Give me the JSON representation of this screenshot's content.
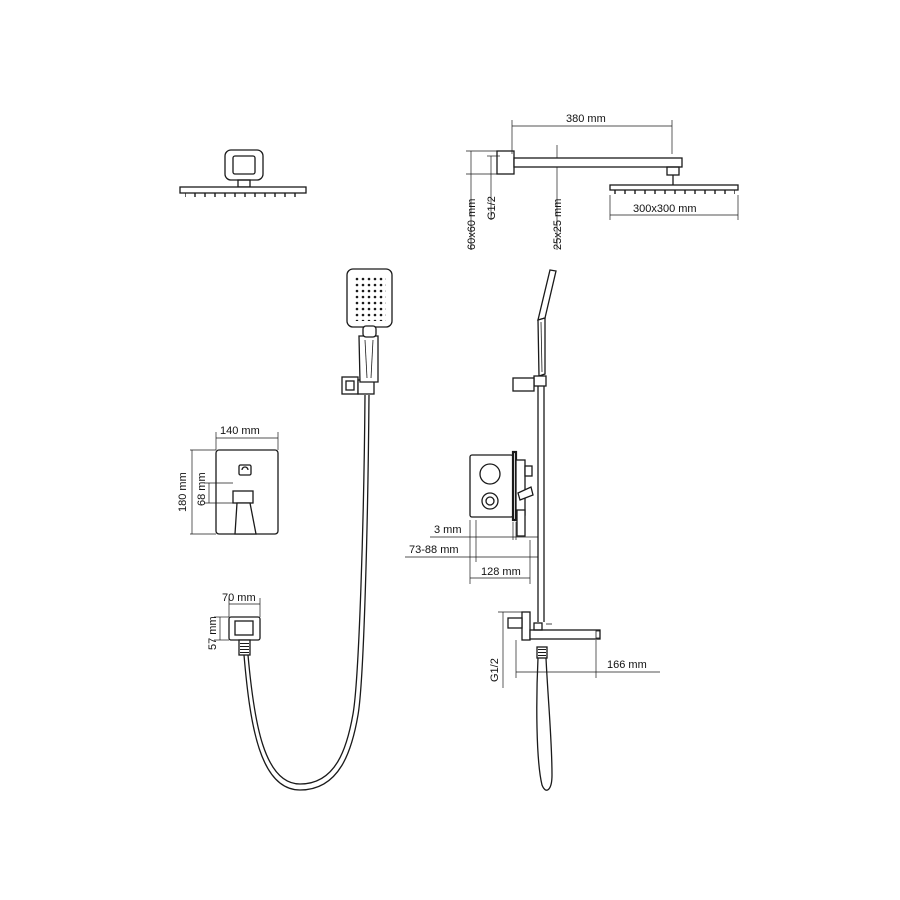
{
  "labels": {
    "arm_length": "380 mm",
    "wall_flange": "60x60 mm",
    "arm_thread": "G1/2",
    "arm_section": "25x25 mm",
    "head_size": "300x300 mm",
    "mixer_width": "140 mm",
    "mixer_height": "180 mm",
    "handle_height": "68 mm",
    "outlet_width": "70 mm",
    "outlet_height": "57 mm",
    "plate_gap": "3 mm",
    "install_depth": "73-88 mm",
    "box_depth": "128 mm",
    "spout_thread": "G1/2",
    "spout_length": "166 mm"
  }
}
